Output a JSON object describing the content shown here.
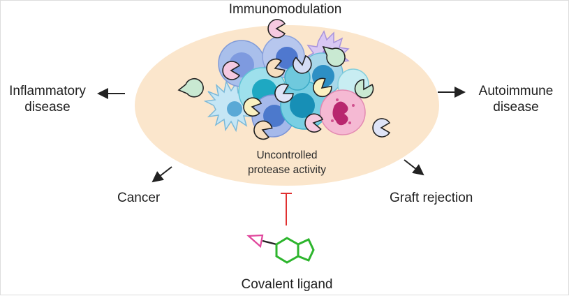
{
  "diagram": {
    "title": "Immunomodulation",
    "center_text_line1": "Uncontrolled",
    "center_text_line2": "protease activity",
    "outcomes": {
      "inflammatory_line1": "Inflammatory",
      "inflammatory_line2": "disease",
      "autoimmune_line1": "Autoimmune",
      "autoimmune_line2": "disease",
      "cancer": "Cancer",
      "graft": "Graft rejection"
    },
    "ligand_label": "Covalent ligand",
    "colors": {
      "ellipse": "#fbe6cc",
      "inhibition_bar": "#e03030",
      "ligand_ring": "#2db52d",
      "warhead": "#e0469c",
      "arrow": "#222222"
    },
    "icons": [
      "protease-pacman-icon",
      "immune-cell-icon",
      "dendritic-cell-icon",
      "neutrophil-icon",
      "covalent-ligand-structure-icon"
    ]
  }
}
